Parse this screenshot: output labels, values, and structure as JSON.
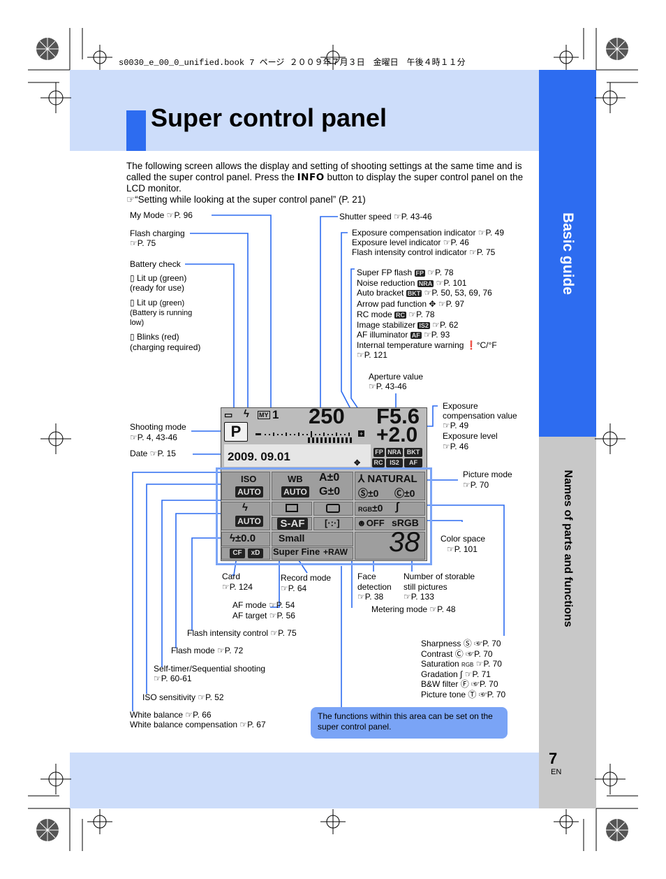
{
  "header": {
    "file_line": "s0030_e_00_0_unified.book  7 ページ  ２００９年７月３日　金曜日　午後４時１１分",
    "title": "Super control panel",
    "side_tab_primary": "Basic guide",
    "side_tab_secondary": "Names of parts and functions"
  },
  "intro": {
    "text_1": "The following screen allows the display and setting of shooting settings at the same time and is called the super control panel. Press the ",
    "info_key": "INFO",
    "text_2": " button to display the super control panel on the LCD monitor.",
    "ref_icon": "reference-icon",
    "ref_text": "“Setting while looking at the super control panel” (P. 21)"
  },
  "left_labels": {
    "my_mode": "My Mode ☞P. 96",
    "flash_charging": "Flash charging",
    "flash_charging_ref": "☞P. 75",
    "battery_check": "Battery check",
    "battery_lit_green": "Lit up (green)",
    "battery_ready": "(ready for use)",
    "battery_lit": "Lit up",
    "battery_lit_color": "(green)",
    "battery_running": "(Battery is running",
    "battery_low": "low)",
    "battery_blinks": "Blinks (red)",
    "battery_charging": "(charging required)",
    "shooting_mode": "Shooting mode",
    "shooting_mode_ref": "☞P. 4, 43-46",
    "date": "Date ☞P. 15"
  },
  "right_labels": {
    "shutter_speed": "Shutter speed ☞P. 43-46",
    "exp_comp_indicator": "Exposure compensation indicator ☞P. 49",
    "exp_level_indicator": "Exposure level indicator ☞P. 46",
    "flash_intensity_indicator": "Flash intensity control indicator ☞P. 75",
    "super_fp": "Super FP flash",
    "super_fp_ref": "☞P. 78",
    "noise_reduction": "Noise reduction",
    "noise_reduction_ref": "☞P. 101",
    "auto_bracket": "Auto bracket",
    "auto_bracket_ref": "☞P. 50, 53, 69, 76",
    "arrow_pad": "Arrow pad function",
    "arrow_pad_ref": "☞P. 97",
    "rc_mode": "RC mode",
    "rc_mode_ref": "☞P. 78",
    "image_stabilizer": "Image stabilizer",
    "image_stabilizer_ref": "☞P. 62",
    "af_illuminator": "AF illuminator",
    "af_illuminator_ref": "☞P. 93",
    "internal_temp": "Internal temperature warning",
    "internal_temp_unit": "°C/°F",
    "internal_temp_ref": "☞P. 121",
    "aperture_value": "Aperture value",
    "aperture_value_ref": "☞P. 43-46",
    "exposure": "Exposure",
    "comp_value": "compensation value",
    "comp_value_ref": "☞P. 49",
    "exposure_level": "Exposure level",
    "exposure_level_ref": "☞P. 46",
    "picture_mode": "Picture mode",
    "picture_mode_ref": "☞P. 70",
    "color_space": "Color space",
    "color_space_ref": "☞P. 101"
  },
  "bottom_labels": {
    "card": "Card",
    "card_ref": "☞P. 124",
    "record_mode": "Record mode",
    "record_mode_ref": "☞P. 64",
    "face_detection_1": "Face",
    "face_detection_2": "detection",
    "face_detection_ref": "☞P. 38",
    "storable_1": "Number of storable",
    "storable_2": "still pictures",
    "storable_ref": "☞P. 133",
    "af_mode": "AF mode ☞P. 54",
    "af_target": "AF target ☞P. 56",
    "metering_mode": "Metering mode ☞P. 48",
    "flash_intensity": "Flash intensity control ☞P. 75",
    "flash_mode": "Flash mode ☞P. 72",
    "self_timer": "Self-timer/Sequential shooting",
    "self_timer_ref": "☞P. 60-61",
    "iso": "ISO sensitivity ☞P. 52",
    "white_balance": "White balance ☞P. 66",
    "wb_comp": "White balance compensation ☞P. 67",
    "sharpness": "Sharpness",
    "sharpness_ref": "☞P. 70",
    "contrast": "Contrast",
    "contrast_ref": "☞P. 70",
    "saturation": "Saturation",
    "saturation_ref": "☞P. 70",
    "gradation": "Gradation",
    "gradation_ref": "☞P. 71",
    "bw_filter": "B&W filter",
    "bw_filter_ref": "☞P. 70",
    "picture_tone": "Picture tone",
    "picture_tone_ref": "☞P. 70"
  },
  "note": "The functions within this area can be set on the super control panel.",
  "panel": {
    "my": "MY",
    "my_num": "1",
    "shutter": "250",
    "aperture": "F5.6",
    "comp": "+2.0",
    "mode": "P",
    "date": "2009. 09.01",
    "fp": "FP",
    "nr": "NRA",
    "bkt": "BKT",
    "rc": "RC",
    "is": "IS2",
    "af": "AF",
    "iso": "ISO",
    "iso_val": "AUTO",
    "wb": "WB",
    "wb_val": "AUTO",
    "wb_a": "A±0",
    "wb_g": "G±0",
    "pic_mode": "NATURAL",
    "sharp_val": "±0",
    "contrast_val": "±0",
    "sat_val": "±0",
    "flash_val": "AUTO",
    "saf": "S-AF",
    "flash_comp": "±0.0",
    "size": "Small",
    "quality": "Super Fine",
    "raw": "+RAW",
    "cf": "CF",
    "off": "OFF",
    "srgb": "sRGB",
    "count": "38"
  },
  "page": {
    "number": "7",
    "lang": "EN"
  }
}
